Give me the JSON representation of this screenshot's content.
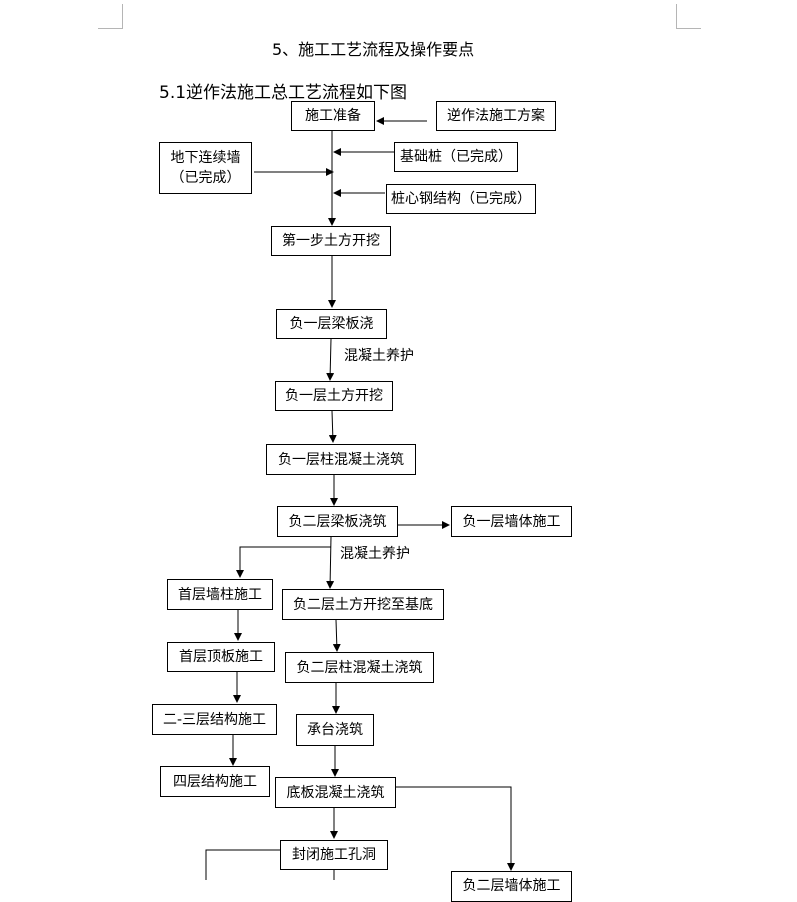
{
  "document": {
    "section_title": "5、施工工艺流程及操作要点",
    "subsection_title": "5.1逆作法施工总工艺流程如下图"
  },
  "flowchart": {
    "boxes": {
      "prep": "施工准备",
      "plan": "逆作法施工方案",
      "diaphragm_wall_line1": "地下连续墙",
      "diaphragm_wall_line2": "（已完成）",
      "foundation_pile": "基础桩（已完成）",
      "pile_steel": "桩心钢结构（已完成）",
      "excavation_step1": "第一步土方开挖",
      "b1_slab_pour": "负一层梁板浇",
      "b1_excavation": "负一层土方开挖",
      "b1_column_pour": "负一层柱混凝土浇筑",
      "b2_slab_pour": "负二层梁板浇筑",
      "b1_wall": "负一层墙体施工",
      "f1_wall_column": "首层墙柱施工",
      "b2_excavation": "负二层土方开挖至基底",
      "f1_roof_slab": "首层顶板施工",
      "b2_column_pour": "负二层柱混凝土浇筑",
      "f2_f3_structure": "二-三层结构施工",
      "pile_cap_pour": "承台浇筑",
      "f4_structure": "四层结构施工",
      "base_slab_pour": "底板混凝土浇筑",
      "seal_holes": "封闭施工孔洞",
      "b2_wall_partial": "负二层墙体施工"
    },
    "labels": {
      "curing_1": "混凝土养护",
      "curing_2": "混凝土养护"
    }
  }
}
